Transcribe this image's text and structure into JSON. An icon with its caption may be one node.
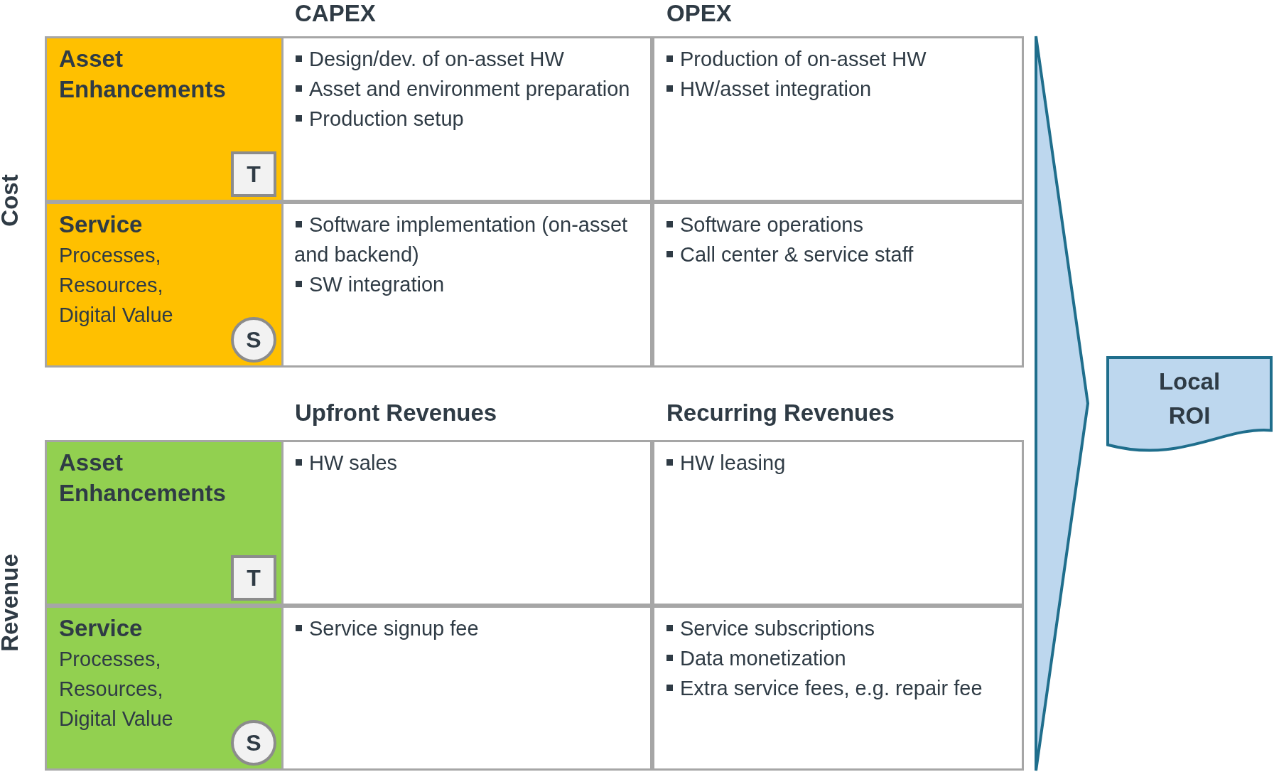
{
  "diagram": {
    "nodes": [
      {
        "text": [
          "Asset Enhancements"
        ]
      },
      {
        "text": [
          "T"
        ],
        "in": 0
      },
      {
        "text": [
          "Design/dev. of on-asset HW",
          "Asset and environment preparation",
          "Production setup"
        ]
      },
      {
        "text": [
          "Production of on-asset HW",
          "HW/asset integration"
        ]
      },
      {
        "text": [
          "Service",
          "Processes, Resources, Digital Value"
        ]
      },
      {
        "text": [
          "S"
        ],
        "in": 4
      },
      {
        "text": [
          "Software implementation (on-asset and backend)",
          "SW integration"
        ]
      },
      {
        "text": [
          "Software operations",
          "Call center & service staff"
        ]
      },
      {
        "text": [
          "Asset Enhancements"
        ]
      },
      {
        "text": [
          "T"
        ],
        "in": 8
      },
      {
        "text": [
          "HW sales"
        ]
      },
      {
        "text": [
          "HW leasing"
        ]
      },
      {
        "text": [
          "Service",
          "Processes, Resources, Digital Value"
        ]
      },
      {
        "text": [
          "S"
        ],
        "in": 12
      },
      {
        "text": [
          "Service signup fee"
        ]
      },
      {
        "text": [
          "Service subscriptions",
          "Data monetization",
          "Extra service fees, e.g. repair fee"
        ]
      },
      {
        "text": [
          "Local ROI"
        ]
      }
    ],
    "edges": [
      {
        "from": null,
        "to": 16,
        "arrow": "to"
      }
    ],
    "labels": [
      "CAPEX",
      "OPEX",
      "Cost",
      "Upfront Revenues",
      "Recurring Revenues",
      "Revenue"
    ]
  }
}
